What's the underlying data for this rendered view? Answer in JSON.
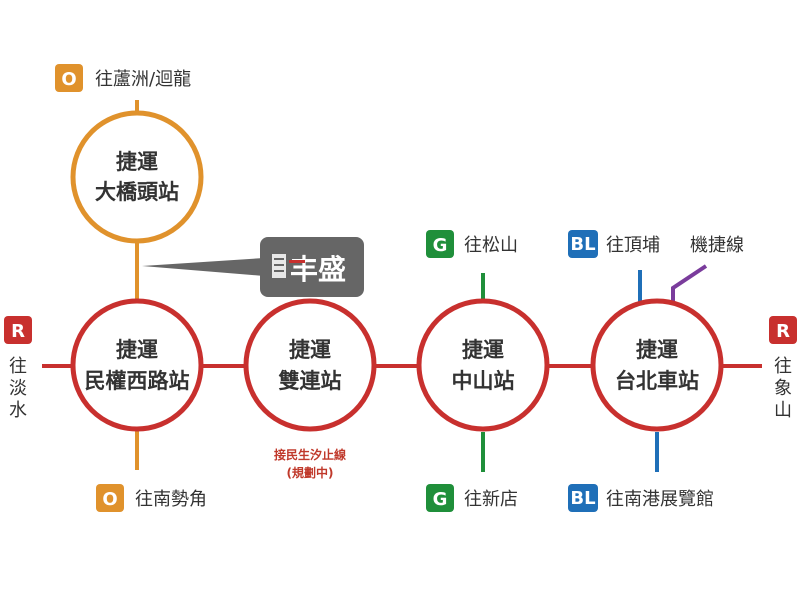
{
  "colors": {
    "red_line": "#c8302e",
    "orange_line": "#e0922c",
    "green_line": "#1f8f3a",
    "blue_line": "#1f6fb8",
    "purple_line": "#7a3c9c",
    "station_fill": "#ffffff",
    "landmark_bg": "#666666"
  },
  "stations": {
    "daqiaotou": {
      "line1": "捷運",
      "line2": "大橋頭站"
    },
    "minquan": {
      "line1": "捷運",
      "line2": "民權西路站"
    },
    "shuanglian": {
      "line1": "捷運",
      "line2": "雙連站"
    },
    "zhongshan": {
      "line1": "捷運",
      "line2": "中山站"
    },
    "taipei_main": {
      "line1": "捷運",
      "line2": "台北車站"
    }
  },
  "directions": {
    "orange_top": {
      "badge": "O",
      "label": "往蘆洲/迴龍"
    },
    "orange_bottom": {
      "badge": "O",
      "label": "往南勢角"
    },
    "red_left": {
      "badge": "R",
      "label_chars": [
        "往",
        "淡",
        "水"
      ]
    },
    "red_right": {
      "badge": "R",
      "label_chars": [
        "往",
        "象",
        "山"
      ]
    },
    "green_top": {
      "badge": "G",
      "label": "往松山"
    },
    "green_bottom": {
      "badge": "G",
      "label": "往新店"
    },
    "blue_top": {
      "badge": "BL",
      "label": "往頂埔"
    },
    "blue_bottom": {
      "badge": "BL",
      "label": "往南港展覽館"
    },
    "airport": {
      "label": "機捷線"
    }
  },
  "landmark": {
    "name": "丰盛",
    "icon": "hotel-logo-icon"
  },
  "note": {
    "line1": "接民生汐止線",
    "line2": "(規劃中)"
  }
}
